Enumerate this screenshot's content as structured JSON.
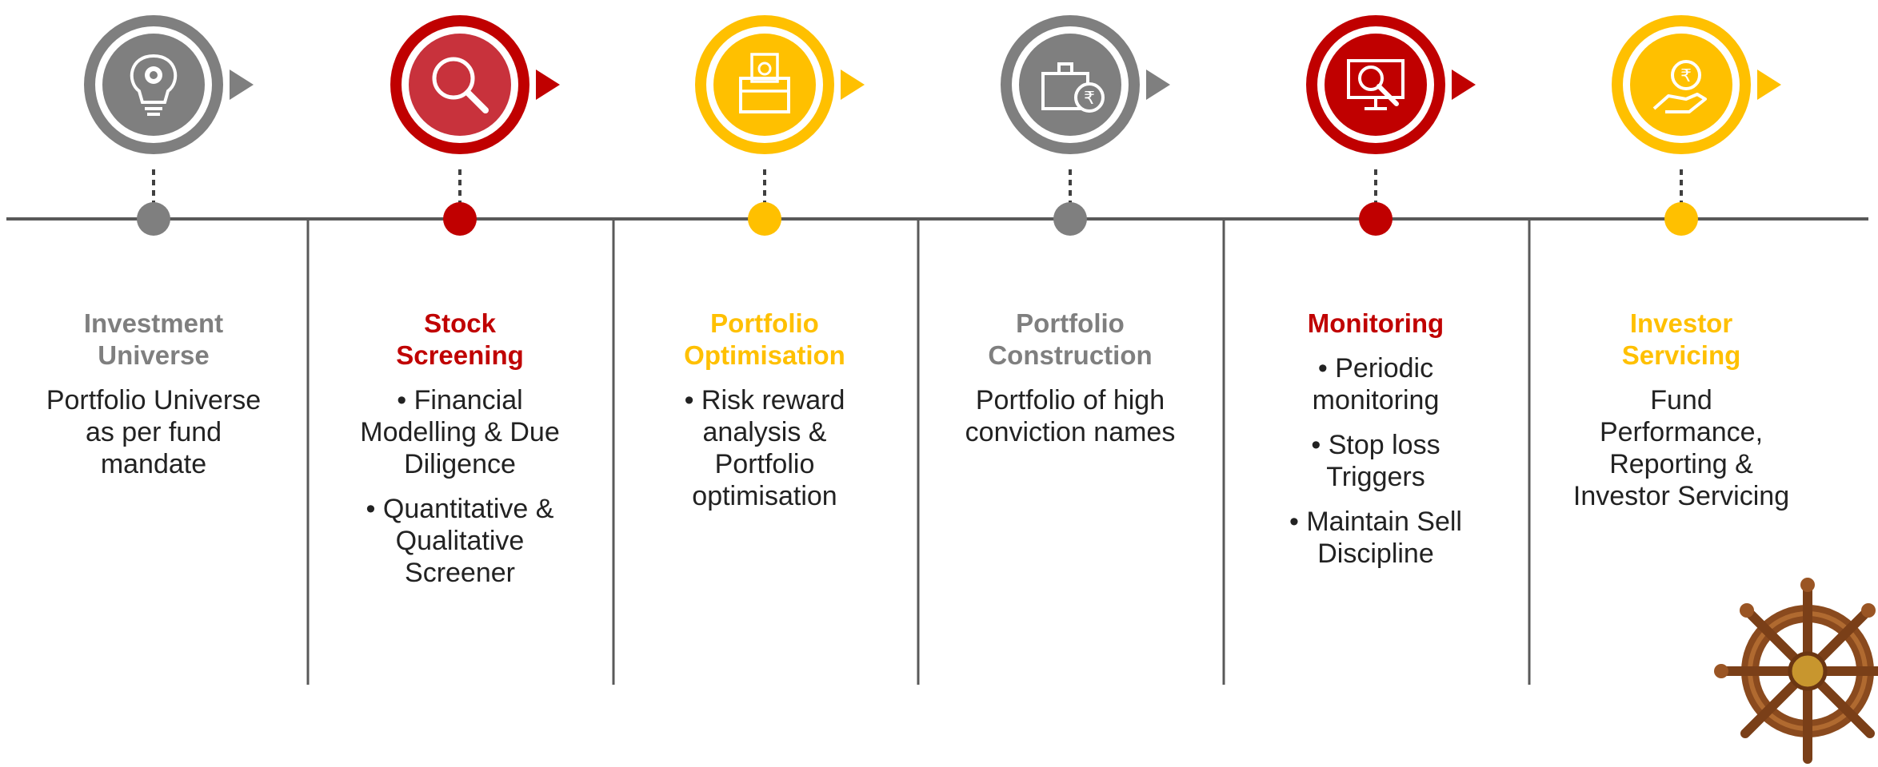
{
  "colors": {
    "gray": "#7f7f7f",
    "red": "#c00000",
    "redLight": "#c8323c",
    "yellow": "#ffc000",
    "line": "#595959",
    "divider": "#595959",
    "text": "#222222",
    "wood": "#8a4a1e"
  },
  "stages": [
    {
      "title": "Investment\nUniverse",
      "color": "gray",
      "icon": "lightbulb-gear-icon",
      "text": "Portfolio Universe\nas per fund\nmandate",
      "bullets": []
    },
    {
      "title": "Stock\nScreening",
      "color": "red",
      "icon": "magnifier-icon",
      "text": "",
      "bullets": [
        "• Financial\nModelling & Due\nDiligence",
        "• Quantitative &\nQualitative\nScreener"
      ]
    },
    {
      "title": "Portfolio\nOptimisation",
      "color": "yellow",
      "icon": "briefcase-document-gear-icon",
      "text": "",
      "bullets": [
        "• Risk reward\nanalysis &\nPortfolio\noptimisation"
      ]
    },
    {
      "title": "Portfolio\nConstruction",
      "color": "gray",
      "icon": "briefcase-rupee-gear-icon",
      "text": "Portfolio of high\nconviction names",
      "bullets": []
    },
    {
      "title": "Monitoring",
      "color": "red",
      "icon": "monitor-magnifier-icon",
      "text": "",
      "bullets": [
        "• Periodic\nmonitoring",
        "• Stop loss\nTriggers",
        "• Maintain Sell\nDiscipline"
      ]
    },
    {
      "title": "Investor\nServicing",
      "color": "yellow",
      "icon": "hand-rupee-coin-icon",
      "text": "Fund\nPerformance,\nReporting &\nInvestor Servicing",
      "bullets": []
    }
  ],
  "decoration": {
    "icon": "ship-wheel-icon"
  }
}
